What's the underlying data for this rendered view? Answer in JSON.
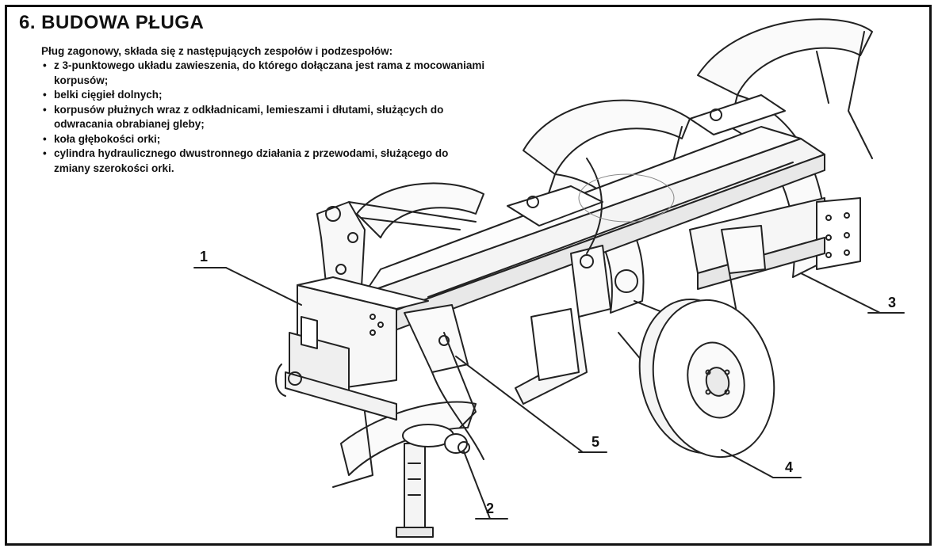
{
  "heading": "6. BUDOWA PŁUGA",
  "intro": "Pług zagonowy, składa się z następujących zespołów i podzespołów:",
  "components": [
    "z 3-punktowego układu zawieszenia, do którego dołączana jest rama z mocowaniami korpusów;",
    "belki cięgieł dolnych;",
    "korpusów płużnych wraz z odkładnicami, lemieszami i dłutami, służących do odwracania obrabianej gleby;",
    "koła głębokości orki;",
    "cylindra hydraulicznego dwustronnego działania z przewodami, służącego do zmiany szerokości orki."
  ],
  "callouts": {
    "c1": "1",
    "c2": "2",
    "c3": "3",
    "c4": "4",
    "c5": "5"
  }
}
